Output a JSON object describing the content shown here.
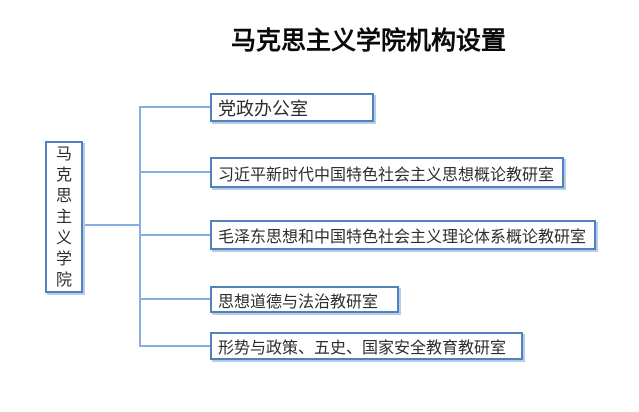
{
  "title": "马克思主义学院机构设置",
  "root": {
    "label": "马克思主义学院"
  },
  "nodes": [
    {
      "label": "党政办公室"
    },
    {
      "label": "习近平新时代中国特色社会主义思想概论教研室"
    },
    {
      "label": "毛泽东思想和中国特色社会主义理论体系概论教研室"
    },
    {
      "label": "思想道德与法治教研室"
    },
    {
      "label": "形势与政策、五史、国家安全教育教研室"
    }
  ],
  "colors": {
    "box_border": "#4f81bd",
    "box_shadow": "#b8cce4",
    "connector": "#84afe0",
    "text": "#2d2d2d",
    "title": "#0a0a0a"
  }
}
